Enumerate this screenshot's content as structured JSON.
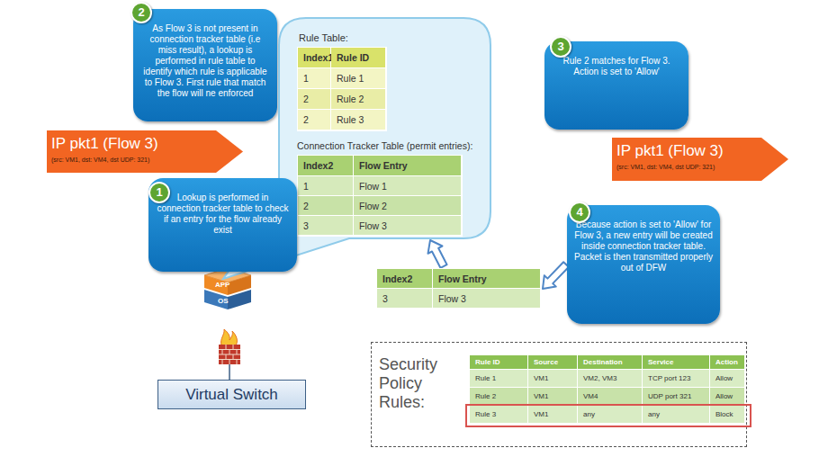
{
  "diagram": {
    "nodes": [
      {
        "text": [
          "As Flow 3 is not present in connection tracker table (i.e miss result), a lookup is performed in rule table to identify which rule is applicable to Flow 3. First rule that match the flow will ne enforced"
        ]
      },
      {
        "text": [
          "2"
        ],
        "in": 0
      },
      {
        "text": [
          "Rule Table:",
          "Connection Tracker Table (permit entries):"
        ]
      },
      {
        "text": [
          "Index1",
          "Rule ID",
          "1",
          "Rule 1",
          "2",
          "Rule 2",
          "2",
          "Rule 3"
        ],
        "in": 2
      },
      {
        "text": [
          "Index2",
          "Flow Entry",
          "1",
          "Flow 1",
          "2",
          "Flow 2",
          "3",
          "Flow 3"
        ],
        "in": 2
      },
      {
        "text": [
          "Rule 2 matches for Flow 3. Action is set to 'Allow'"
        ]
      },
      {
        "text": [
          "3"
        ],
        "in": 5
      },
      {
        "text": [
          "IP pkt1 (Flow 3)",
          "(src: VM1, dst: VM4, dst UDP: 321)"
        ]
      },
      {
        "text": [
          "IP pkt1 (Flow 3)",
          "(src: VM1, dst: VM4, dst UDP: 321)"
        ]
      },
      {
        "text": [
          "Lookup is performed in connection tracker table to check if an entry for the flow already exist"
        ]
      },
      {
        "text": [
          "1"
        ],
        "in": 9
      },
      {
        "text": [
          "Because action is set to 'Allow' for Flow 3, a new entry will be created inside connection tracker table. Packet is then transmitted properly out of DFW"
        ]
      },
      {
        "text": [
          "4"
        ],
        "in": 11
      },
      {
        "text": [
          "Index2",
          "Flow Entry",
          "3",
          "Flow 3"
        ]
      },
      {
        "text": [
          "Virtual Switch"
        ]
      },
      {
        "text": [
          "Security Policy Rules:"
        ]
      },
      {
        "text": [
          "Rule ID",
          "Source",
          "Destination",
          "Service",
          "Action",
          "Rule 1",
          "VM1",
          "VM2, VM3",
          "TCP port 123",
          "Allow",
          "Rule 2",
          "VM1",
          "VM4",
          "UDP port 321",
          "Allow",
          "Rule 3",
          "VM1",
          "any",
          "any",
          "Block"
        ],
        "in": 15
      }
    ],
    "edges": [
      {
        "from": 11,
        "to": 13,
        "arrow": "to"
      },
      {
        "from": 13,
        "to": 2,
        "arrow": "to"
      }
    ],
    "labels": [
      "APP",
      "OS"
    ]
  }
}
